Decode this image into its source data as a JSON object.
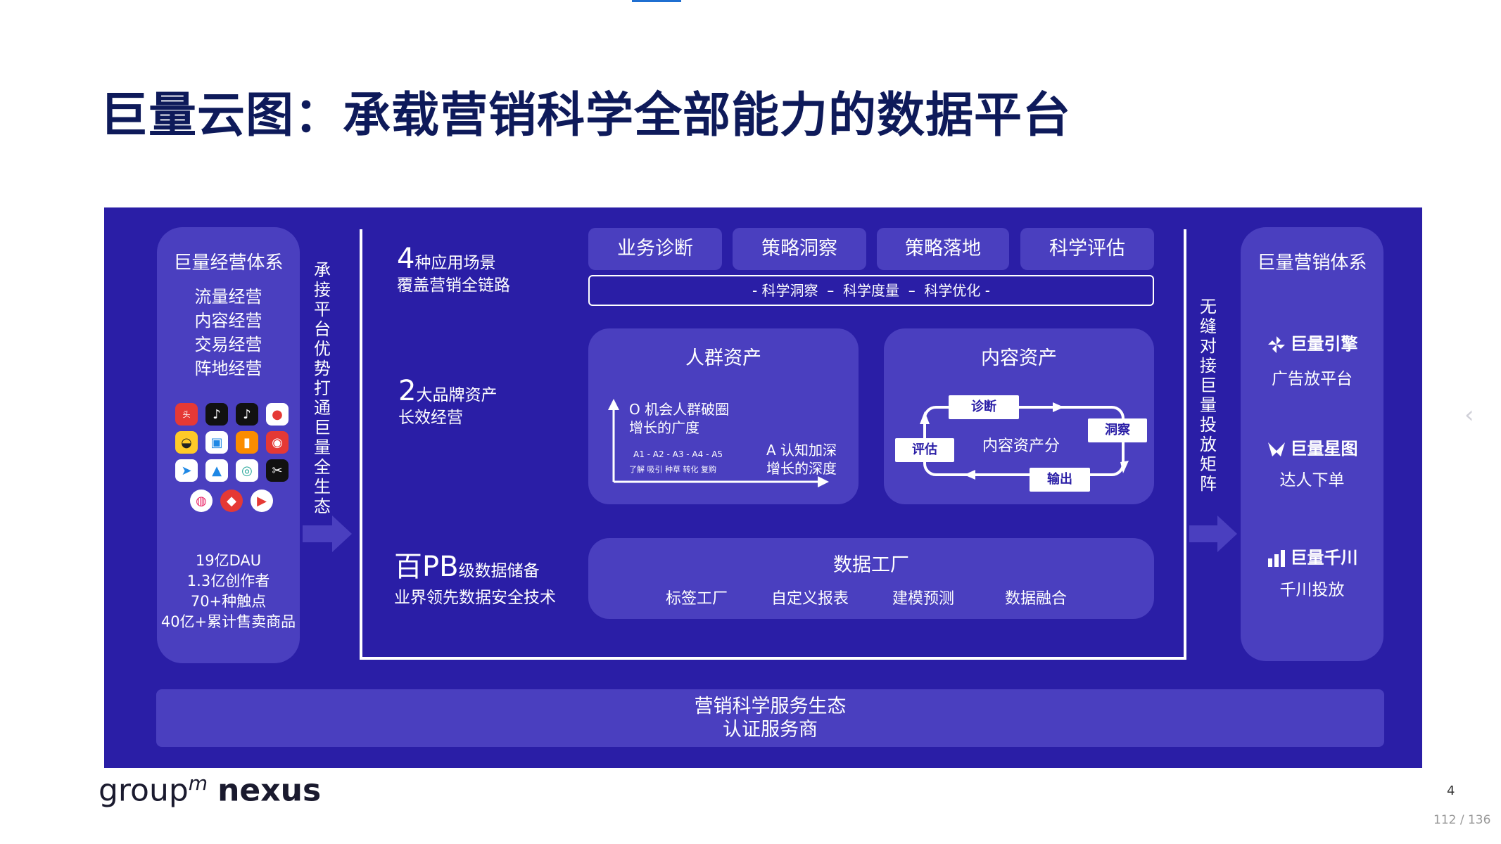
{
  "title": "巨量云图：承载营销科学全部能力的数据平台",
  "left_column": {
    "heading": "巨量经营体系",
    "operations": [
      "流量经营",
      "内容经营",
      "交易经营",
      "阵地经营"
    ],
    "stats": [
      "19亿DAU",
      "1.3亿创作者",
      "70+种触点",
      "40亿+累计售卖商品"
    ]
  },
  "left_vertical": "承接平台优势打通巨量全生态",
  "scenes": {
    "s1_num": "4",
    "s1_text": "种应用场景",
    "s1_sub": "覆盖营销全链路",
    "s2_num": "2",
    "s2_text": "大品牌资产",
    "s2_sub": "长效经营",
    "s3_num": "百PB",
    "s3_text": "级数据储备",
    "s3_sub": "业界领先数据安全技术"
  },
  "tabs": [
    "业务诊断",
    "策略洞察",
    "策略落地",
    "科学评估"
  ],
  "science_bar": "- 科学洞察  –  科学度量  –  科学优化 -",
  "crowd": {
    "title": "人群资产",
    "o_label_1": "O 机会人群破圈",
    "o_label_2": "增长的广度",
    "a_stages": "A1 - A2 - A3 - A4 - A5",
    "a_stage_desc": "了解 吸引 种草 转化 复购",
    "a_label_1": "A 认知加深",
    "a_label_2": "增长的深度"
  },
  "content": {
    "title": "内容资产",
    "center": "内容资产分",
    "nodes": {
      "diagnose": "诊断",
      "insight": "洞察",
      "output": "输出",
      "evaluate": "评估"
    }
  },
  "factory": {
    "title": "数据工厂",
    "items": [
      "标签工厂",
      "自定义报表",
      "建模预测",
      "数据融合"
    ]
  },
  "right_vertical": "无缝对接巨量投放矩阵",
  "right_column": {
    "heading": "巨量营销体系",
    "brands": [
      {
        "name": "巨量引擎",
        "desc": "广告放平台"
      },
      {
        "name": "巨量星图",
        "desc": "达人下单"
      },
      {
        "name": "巨量千川",
        "desc": "千川投放"
      }
    ]
  },
  "bottom": {
    "line1": "营销科学服务生态",
    "line2": "认证服务商"
  },
  "footer": {
    "logo_group": "group",
    "logo_m": "m",
    "logo_nexus": "nexus",
    "page_number": "4",
    "page_counter": "112 / 136"
  },
  "colors": {
    "panel": "#2a1ea6",
    "card": "#4a3fbf",
    "title": "#0e1a5a"
  }
}
